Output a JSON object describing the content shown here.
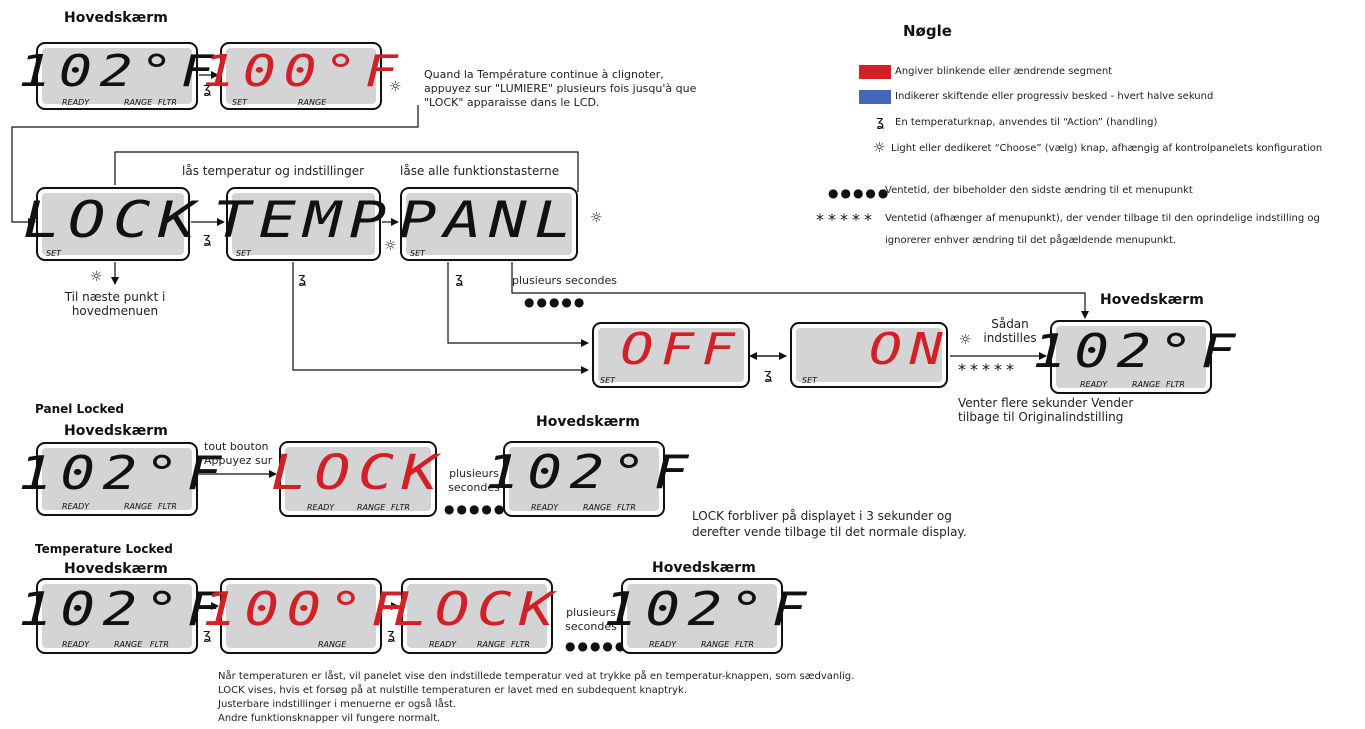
{
  "titles": {
    "main_screen": "Hovedskærm",
    "panel_locked": "Panel Locked",
    "temperature_locked": "Temperature Locked",
    "key": "Nøgle"
  },
  "lcd": {
    "t102": "102°F",
    "t100": "100°F",
    "lock": "LOCK",
    "temp": "TEMP",
    "panl": "PANL",
    "off": "OFF",
    "on": "ON",
    "ready": "READY",
    "range": "RANGE",
    "fltr": "FLTR",
    "set": "SET"
  },
  "notes": {
    "lumiere_hint": "Quand la Température continue à clignoter, appuyez sur \"LUMIERE\" plusieurs fois jusqu'à que \"LOCK\" apparaisse dans le LCD.",
    "lock_temp_settings": "lås temperatur og indstillinger",
    "lock_all_keys": "låse alle funktionstasterne",
    "next_item": "Til næste punkt i hovedmenuen",
    "several_seconds": "plusieurs secondes",
    "how_to_set": "Sådan indstilles",
    "wait_return": "Venter flere sekunder Vender tilbage til Originalindstilling",
    "any_button": "tout bouton Appuyez sur",
    "lock_stays": "LOCK forbliver på displayet i 3 sekunder og derefter vende tilbage til det normale display.",
    "temp_locked_desc": [
      "Når temperaturen er låst, vil panelet vise den indstillede temperatur ved at trykke på en temperatur-knappen, som sædvanlig.",
      "LOCK vises, hvis et forsøg på at nulstille temperaturen er lavet med en subdequent knaptryk.",
      "Justerbare indstillinger i menuerne er også låst.",
      "Andre funktionsknapper vil fungere normalt."
    ]
  },
  "key": {
    "items": [
      {
        "color": "#d22027",
        "text": "Angiver blinkende eller ændrende segment"
      },
      {
        "color": "#4169b8",
        "text": "Indikerer skiftende eller progressiv besked - hvert halve sekund"
      },
      {
        "icon": "temperature-button-icon",
        "text": "En temperaturknap, anvendes til “Action” (handling)"
      },
      {
        "icon": "light-button-icon",
        "text": "Light eller dedikeret “Choose” (vælg) knap, afhængig af kontrolpanelets konfiguration"
      }
    ],
    "dots_text": "Ventetid, der bibeholder den sidste ændring til et menupunkt",
    "stars_text": "Ventetid (afhænger af menupunkt), der vender tilbage til den oprindelige indstilling og ignorerer enhver ændring til det pågældende menupunkt."
  }
}
